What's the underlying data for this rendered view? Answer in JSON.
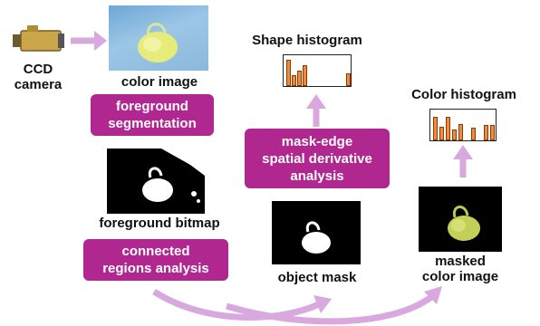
{
  "labels": {
    "camera": "CCD\ncamera",
    "color_image": "color image",
    "foreground_bitmap": "foreground bitmap",
    "object_mask": "object mask",
    "masked_color_image": "masked\ncolor image",
    "shape_histogram": "Shape histogram",
    "color_histogram": "Color histogram"
  },
  "steps": {
    "foreground_segmentation": "foreground\nsegmentation",
    "connected_regions": "connected\nregions analysis",
    "mask_edge": "mask-edge\nspatial derivative\nanalysis"
  },
  "colors": {
    "step_fill": "#b0278f",
    "arrow": "#d8a8df",
    "histogram_bar": "#f08a3c"
  },
  "histograms": {
    "shape": [
      0.95,
      0.4,
      0.55,
      0.75,
      0.1,
      0.1,
      0.1,
      0.1,
      0.1,
      0.1,
      0.1,
      0.45
    ],
    "color": [
      0.85,
      0.5,
      0.85,
      0.4,
      0.6,
      0.1,
      0.45,
      0.1,
      0.55,
      0.55
    ]
  }
}
